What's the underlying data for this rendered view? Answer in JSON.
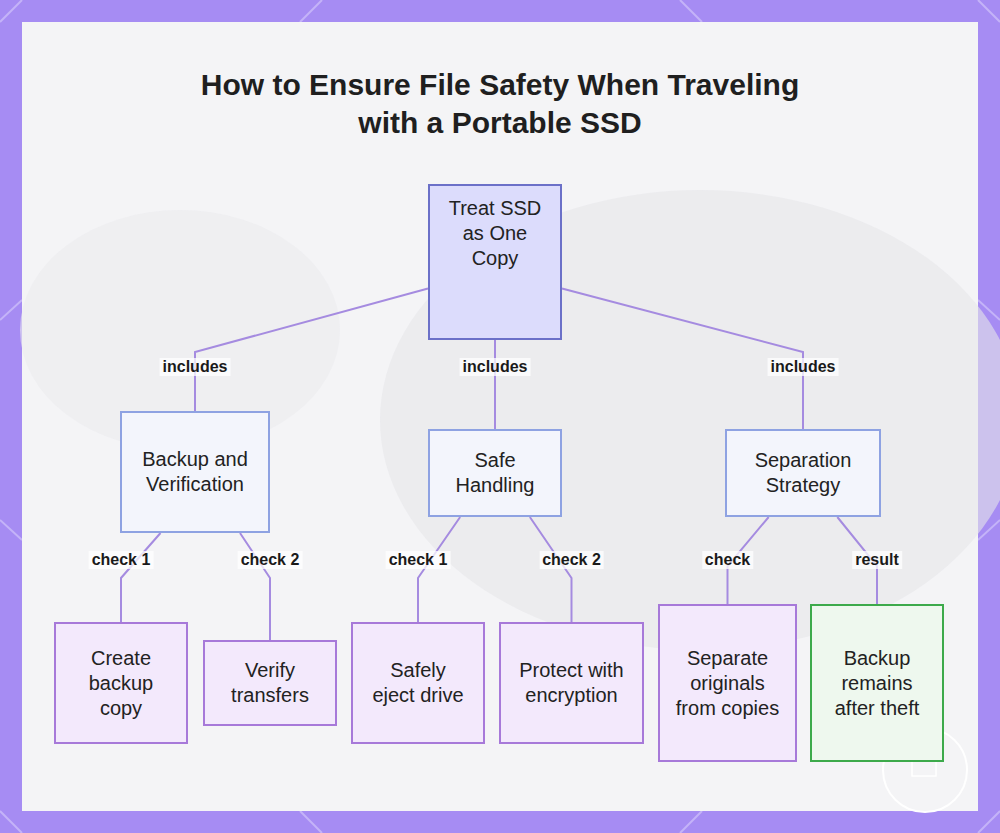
{
  "diagram": {
    "title": "How to Ensure File Safety When Traveling with a Portable SSD",
    "nodes": [
      {
        "text": [
          "Treat SSD as One Copy"
        ]
      },
      {
        "text": [
          "Backup and Verification"
        ]
      },
      {
        "text": [
          "Safe Handling"
        ]
      },
      {
        "text": [
          "Separation Strategy"
        ]
      },
      {
        "text": [
          "Create backup copy"
        ]
      },
      {
        "text": [
          "Verify transfers"
        ]
      },
      {
        "text": [
          "Safely eject drive"
        ]
      },
      {
        "text": [
          "Protect with encryption"
        ]
      },
      {
        "text": [
          "Separate originals from copies"
        ]
      },
      {
        "text": [
          "Backup remains after theft"
        ]
      }
    ],
    "edges": [
      {
        "from": 0,
        "to": 1,
        "label": "includes",
        "arrow": "none"
      },
      {
        "from": 0,
        "to": 2,
        "label": "includes",
        "arrow": "none"
      },
      {
        "from": 0,
        "to": 3,
        "label": "includes",
        "arrow": "none"
      },
      {
        "from": 1,
        "to": 4,
        "label": "check 1",
        "arrow": "none"
      },
      {
        "from": 1,
        "to": 5,
        "label": "check 2",
        "arrow": "none"
      },
      {
        "from": 2,
        "to": 6,
        "label": "check 1",
        "arrow": "none"
      },
      {
        "from": 2,
        "to": 7,
        "label": "check 2",
        "arrow": "none"
      },
      {
        "from": 3,
        "to": 8,
        "label": "check",
        "arrow": "none"
      },
      {
        "from": 3,
        "to": 9,
        "label": "result",
        "arrow": "none"
      }
    ]
  }
}
